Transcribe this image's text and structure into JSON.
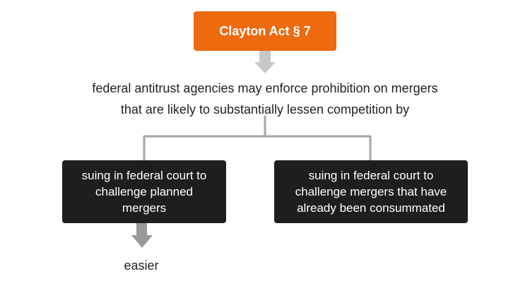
{
  "diagram": {
    "title": "Clayton Act § 7",
    "statement_line1": "federal antitrust agencies may enforce prohibition on mergers",
    "statement_line2": "that are likely to substantially lessen competition by",
    "left_branch": {
      "line1": "suing in federal court to",
      "line2": "challenge planned",
      "line3": "mergers"
    },
    "right_branch": {
      "line1": "suing in federal court to",
      "line2": "challenge mergers that have",
      "line3": "already been consummated"
    },
    "outcome": "easier",
    "colors": {
      "title_bg": "#ee6a0f",
      "box_bg": "#1e1e1e",
      "connector": "#a6a6a6",
      "arrow_top": "#c8c8c8",
      "arrow_bottom": "#999999"
    }
  }
}
